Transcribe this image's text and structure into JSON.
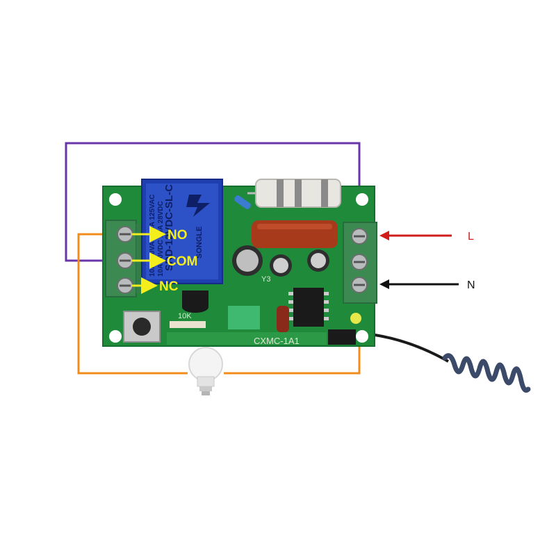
{
  "terminals": {
    "no": "NO",
    "com": "COM",
    "nc": "NC"
  },
  "power": {
    "live": "L",
    "neutral": "N"
  },
  "relay": {
    "model": "SRD-12VDC-SL-C",
    "brand": "SONGLE",
    "rating_a": "10A 250VAC 10A 125VAC",
    "rating_b": "10A 30VDC 10A 28VDC"
  },
  "board": {
    "model": "CXMC-1A1",
    "resistor": "10K",
    "component": "Y3"
  },
  "colors": {
    "wire_com_loop": "#6a35a8",
    "wire_lamp": "#f08c1c",
    "arrow_live": "#d11c1c",
    "arrow_neutral": "#111111",
    "label_terminal": "#f4ee1c",
    "pcb": "#1e8a3a"
  },
  "icons": {
    "lamp": "light-bulb-icon",
    "antenna": "coil-antenna-icon"
  }
}
